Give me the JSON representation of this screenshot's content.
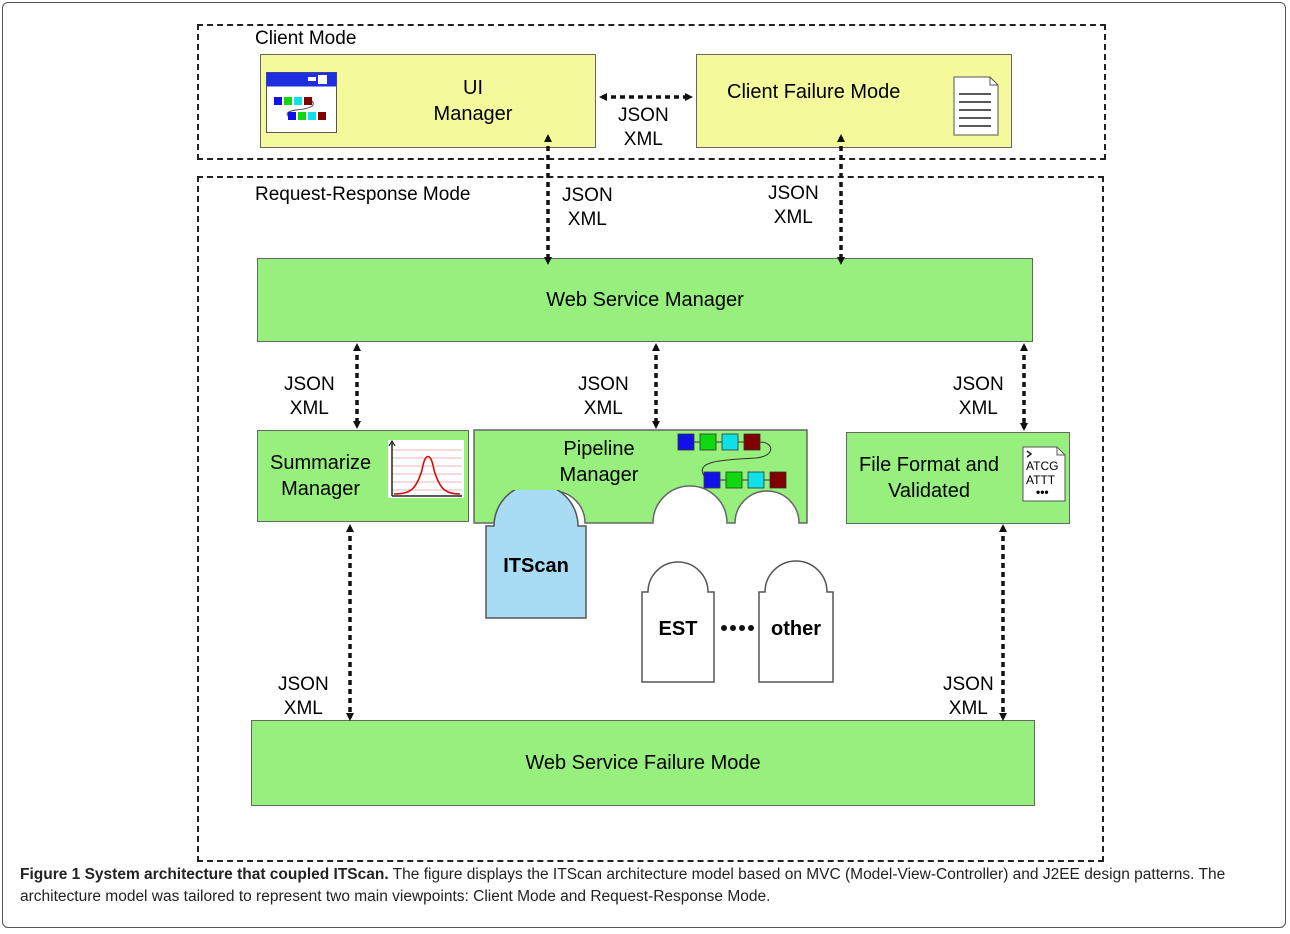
{
  "zones": {
    "client_mode": "Client Mode",
    "request_response_mode": "Request-Response Mode"
  },
  "boxes": {
    "ui_manager": "UI\nManager",
    "client_failure_mode": "Client Failure Mode",
    "web_service_manager": "Web Service Manager",
    "summarize_manager": "Summarize\nManager",
    "pipeline_manager": "Pipeline\nManager",
    "file_format": "File Format and\nValidated",
    "web_service_failure_mode": "Web Service Failure Mode"
  },
  "plugins": {
    "itscan": "ITScan",
    "est": "EST",
    "other": "other"
  },
  "file_icon_text": {
    "line1": "ATCG",
    "line2": "ATTT",
    "line3": "•••"
  },
  "protocol": {
    "line1": "JSON",
    "line2": "XML"
  },
  "caption": {
    "title": "Figure 1 System architecture that coupled ITScan.",
    "text": " The figure displays the ITScan architecture model based on MVC (Model-View-Controller) and J2EE design patterns. The architecture model was tailored to represent two main viewpoints: Client Mode and Request-Response Mode."
  },
  "colors": {
    "yellow_box": "#f4fa9c",
    "green_box": "#97f07d",
    "itscan_plugin": "#a8dcf5",
    "bead_blue": "#1010e8",
    "bead_green": "#10d810",
    "bead_cyan": "#10e0e8",
    "bead_maroon": "#800000"
  },
  "icons": [
    "window-icon",
    "document-icon",
    "gaussian-chart-icon",
    "pipeline-beads-icon",
    "sequence-file-icon"
  ]
}
